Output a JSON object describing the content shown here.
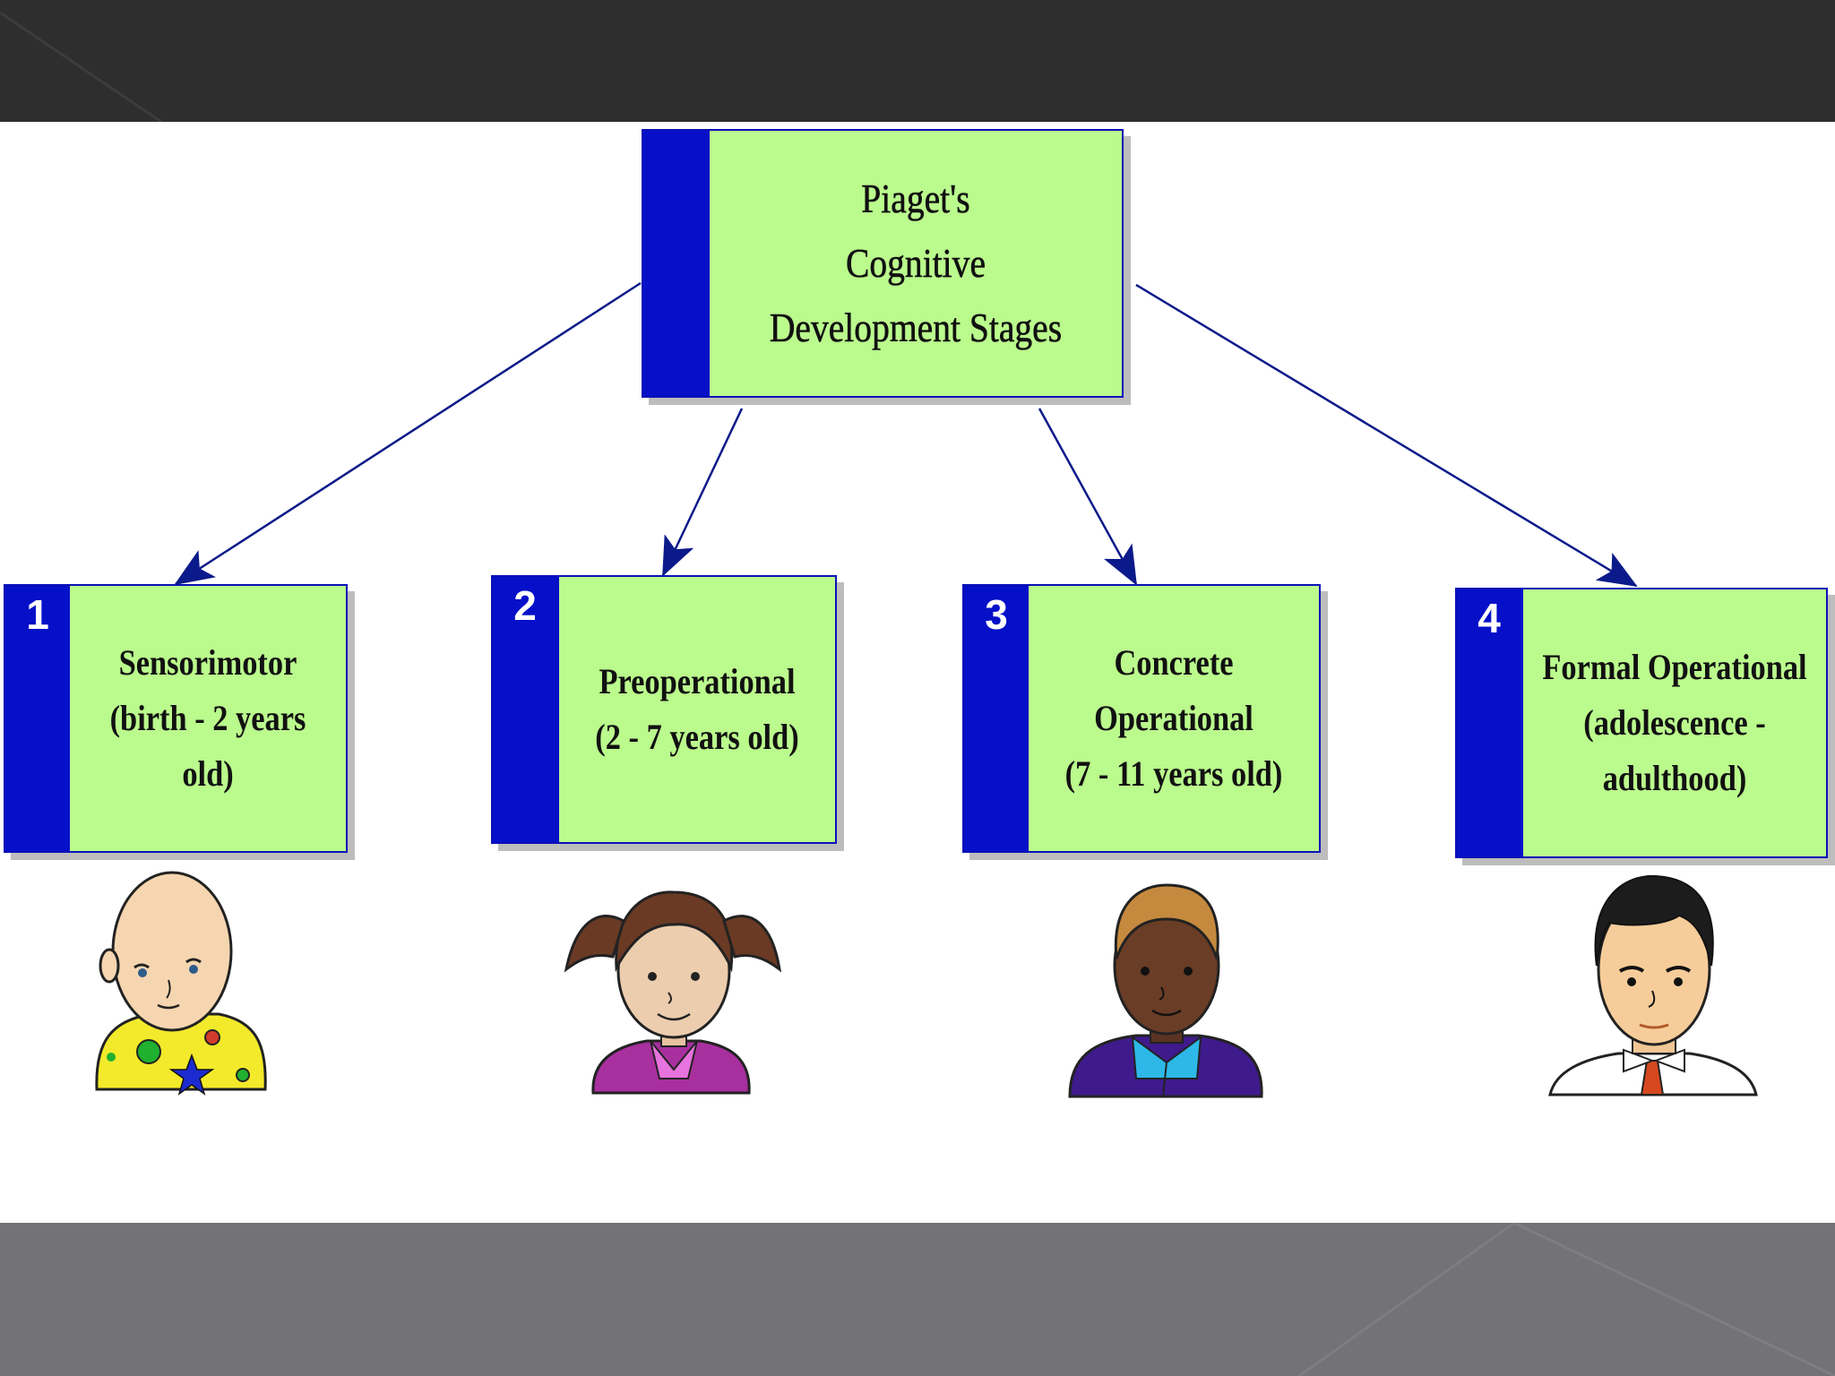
{
  "title": {
    "lines": [
      "Piaget's",
      "Cognitive",
      "Development Stages"
    ]
  },
  "stages": [
    {
      "number": "1",
      "lines": [
        "Sensorimotor",
        "(birth - 2 years",
        "old)"
      ],
      "figure": "baby-illustration"
    },
    {
      "number": "2",
      "lines": [
        "Preoperational",
        "(2 - 7 years old)"
      ],
      "figure": "girl-illustration"
    },
    {
      "number": "3",
      "lines": [
        "Concrete",
        "Operational",
        "(7 - 11 years old)"
      ],
      "figure": "boy-illustration"
    },
    {
      "number": "4",
      "lines": [
        "Formal Operational",
        "(adolescence -",
        "adulthood)"
      ],
      "figure": "man-illustration"
    }
  ],
  "colors": {
    "box_fill": "#bbfa8d",
    "side_bar": "#0510c8",
    "arrow": "#0b1a8a",
    "top_band": "#2e2e2e",
    "bottom_band": "#737274"
  }
}
